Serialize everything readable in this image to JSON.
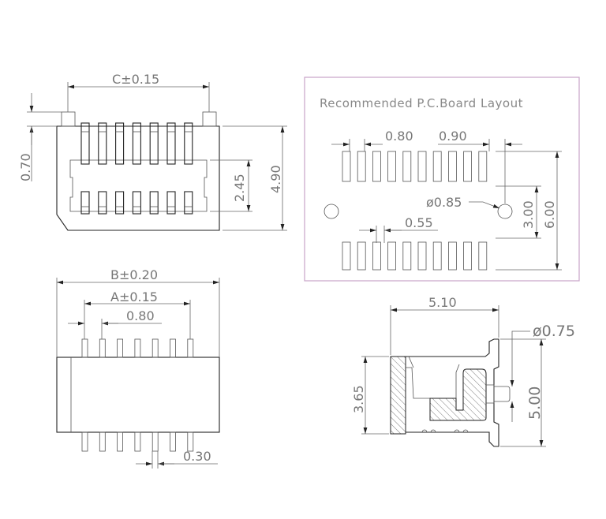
{
  "views": {
    "top_view": {
      "dim_c": "C±0.15",
      "dim_height_post": "0.70",
      "dim_inner": "2.45",
      "dim_total": "4.90"
    },
    "pcb_layout": {
      "title": "Recommended P.C.Board Layout",
      "dim_pitch": "0.80",
      "dim_offset": "0.90",
      "dim_hole": "ø0.85",
      "dim_pad_width": "0.55",
      "dim_row_gap": "3.00",
      "dim_row_span": "6.00",
      "border_color": "#c9a3c9"
    },
    "front_view": {
      "dim_b": "B±0.20",
      "dim_a": "A±0.15",
      "dim_pitch": "0.80",
      "dim_pin_width": "0.30"
    },
    "side_view": {
      "dim_depth": "5.10",
      "dim_peg": "ø0.75",
      "dim_height": "3.65",
      "dim_total": "5.00"
    }
  }
}
